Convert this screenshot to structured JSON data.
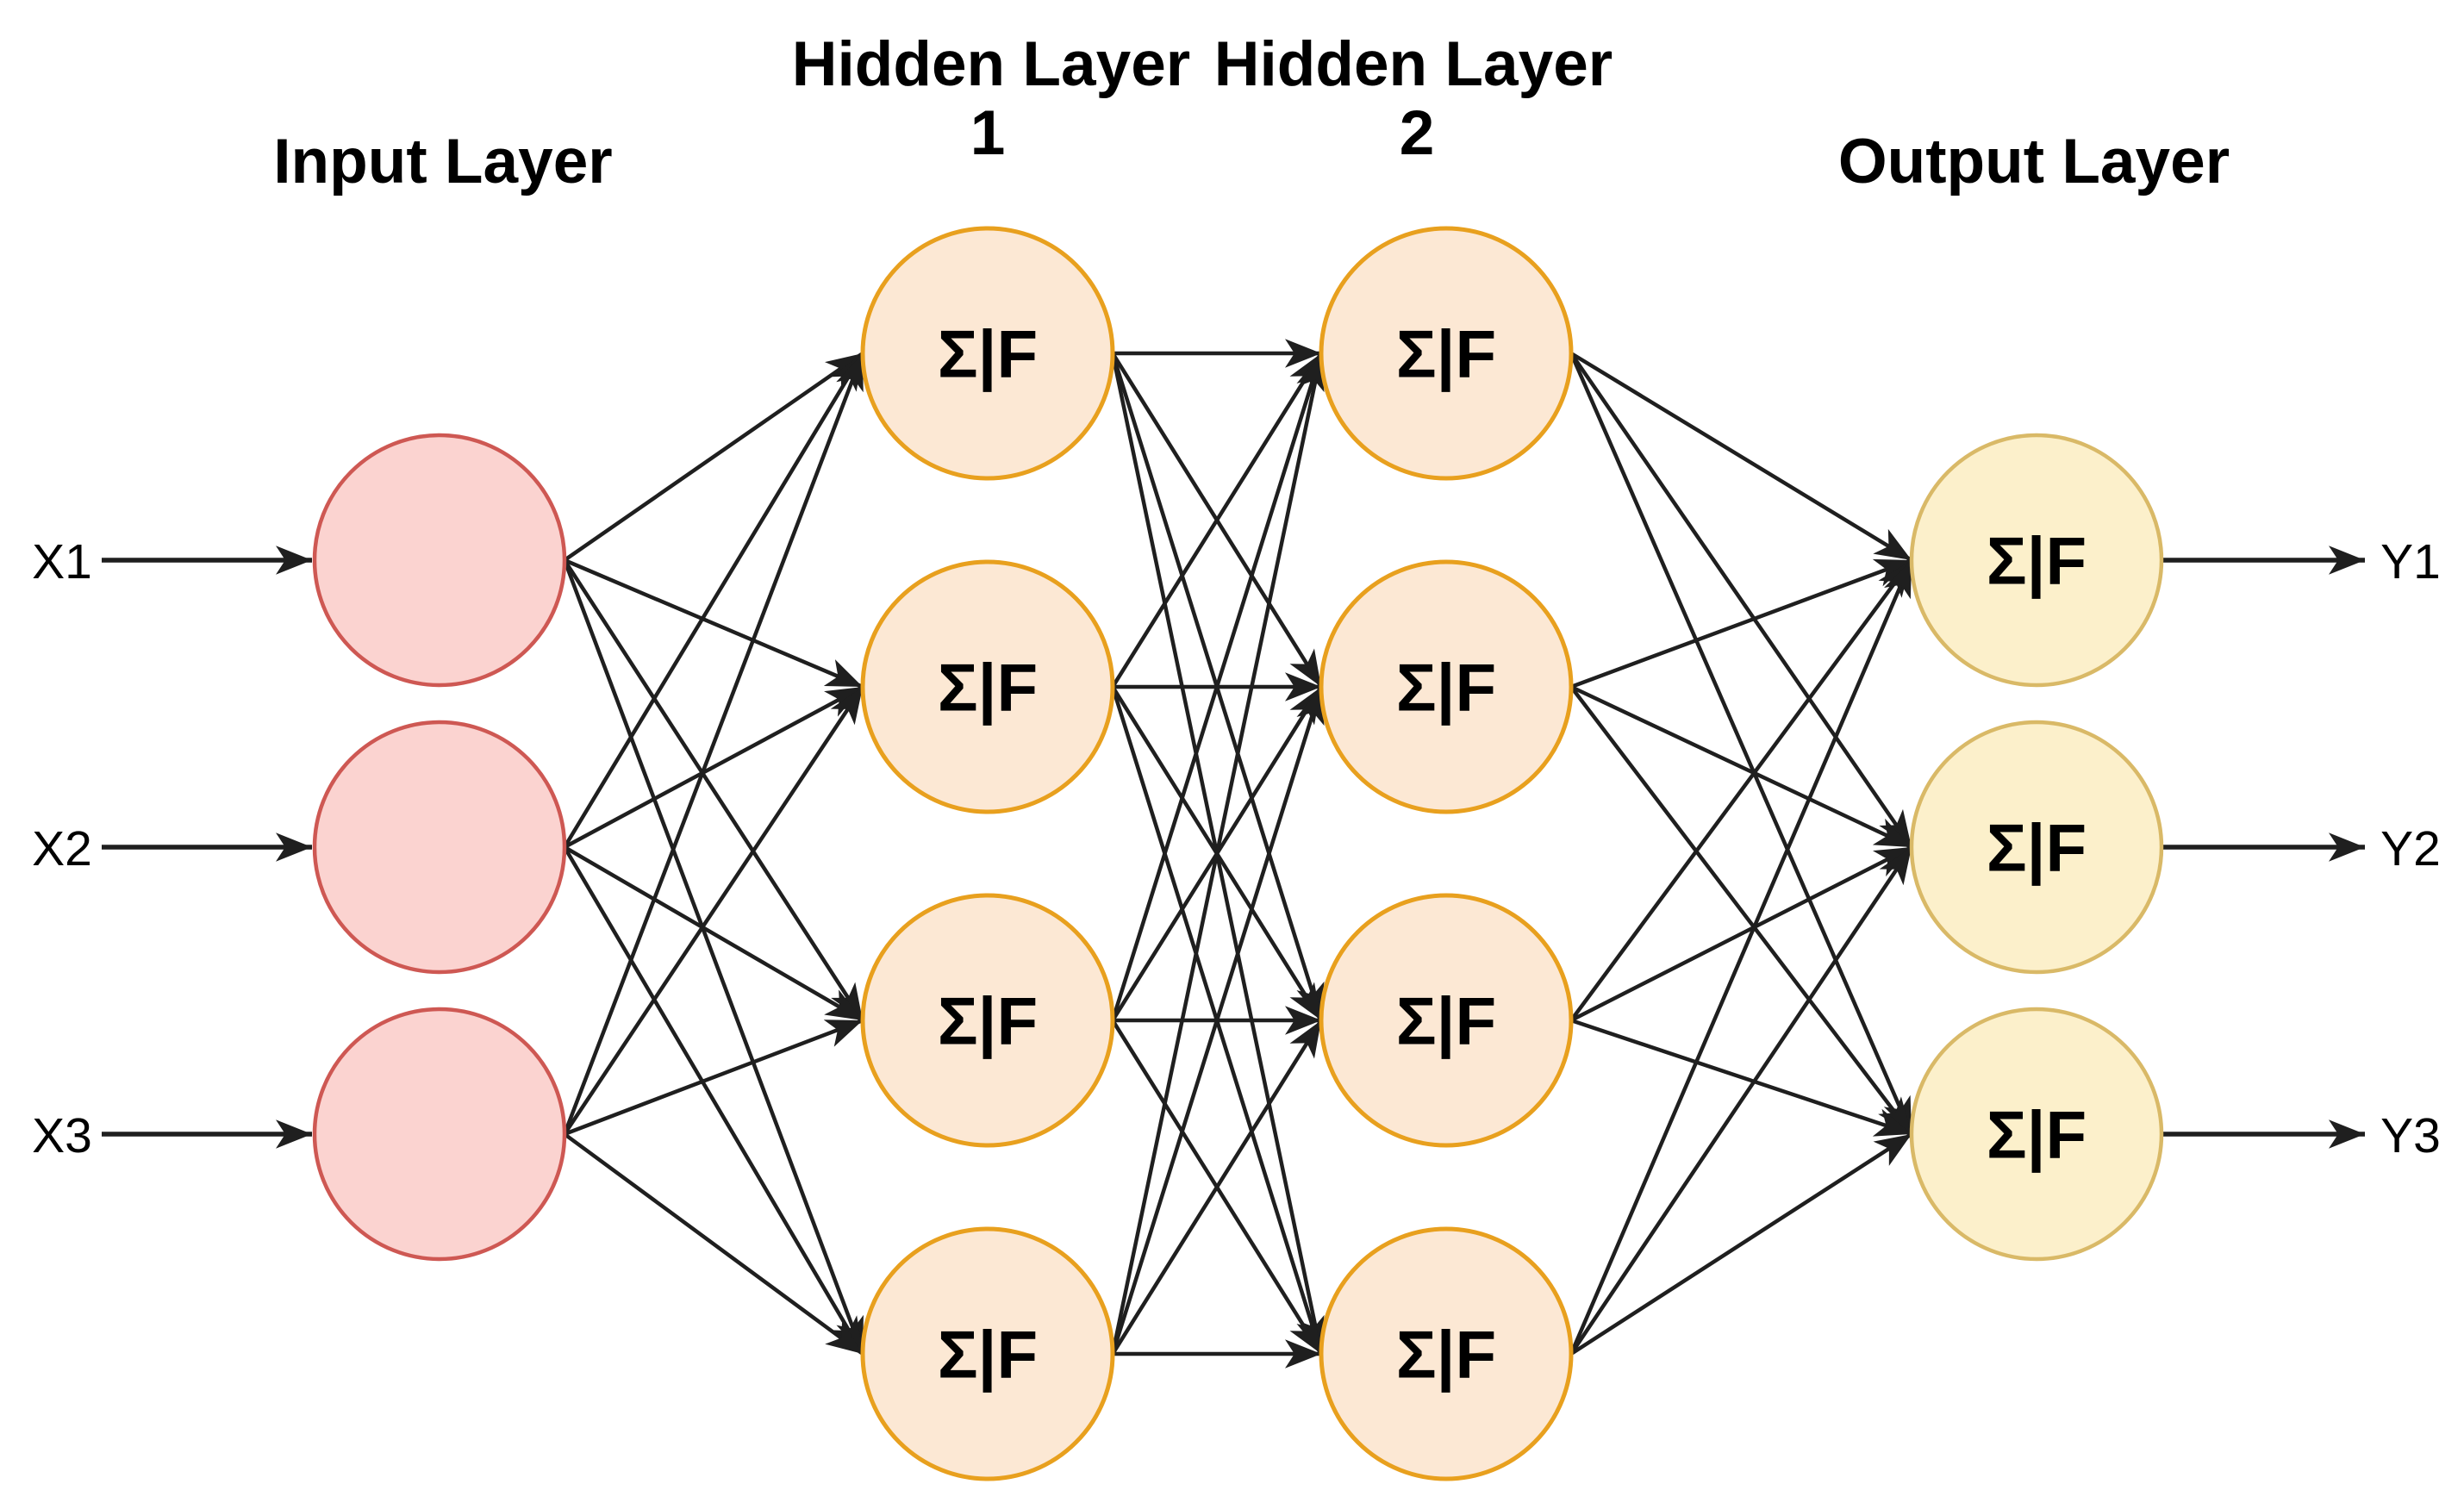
{
  "diagram": {
    "titles": {
      "input": "Input Layer",
      "hidden1_line1": "Hidden Layer",
      "hidden1_line2": "1",
      "hidden2_line1": "Hidden Layer",
      "hidden2_line2": "2",
      "output": "Output Layer"
    },
    "node_label": "Σ|F",
    "input_labels": [
      "X1",
      "X2",
      "X3"
    ],
    "output_labels": [
      "Y1",
      "Y2",
      "Y3"
    ],
    "structure": {
      "layers": [
        {
          "name": "Input Layer",
          "nodes": 3
        },
        {
          "name": "Hidden Layer 1",
          "nodes": 4
        },
        {
          "name": "Hidden Layer 2",
          "nodes": 4
        },
        {
          "name": "Output Layer",
          "nodes": 3
        }
      ],
      "connectivity": "fully-connected"
    },
    "colors": {
      "input_fill": "#FBD3D0",
      "input_stroke": "#CE5853",
      "hidden_fill": "#FCE8D4",
      "hidden_stroke": "#E8A01E",
      "output_fill": "#FCF0CB",
      "output_stroke": "#D9B967",
      "edge": "#1F1F1F",
      "text": "#000000"
    }
  }
}
